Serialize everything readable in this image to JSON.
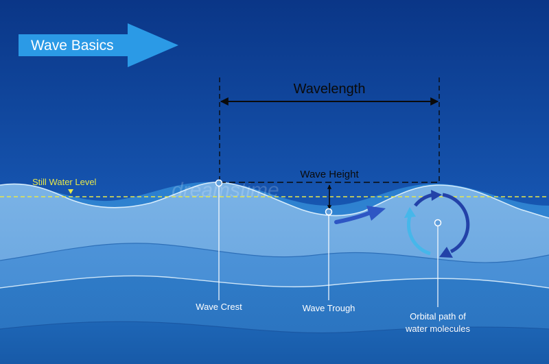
{
  "title": "Wave Basics",
  "labels": {
    "wavelength": "Wavelength",
    "wave_height": "Wave Height",
    "still_water_level": "Still Water Level",
    "wave_crest": "Wave Crest",
    "wave_trough": "Wave Trough",
    "orbital_line1": "Orbital path of",
    "orbital_line2": "water molecules"
  },
  "colors": {
    "sky_top": "#0a3687",
    "sky_bottom": "#1f6fc6",
    "wave_front": "#6aa6df",
    "deep_water": "#2c7cc6",
    "still_water_line": "#e8e84a",
    "title_arrow": "#2b9ae6",
    "orbit_dark": "#2342a8",
    "orbit_light": "#46b7ea"
  },
  "icons": {
    "title": "right-arrow-banner",
    "wavelength": "double-headed-arrow",
    "wave_height": "vertical-double-arrow",
    "motion": "curved-arrow",
    "orbit": "circular-arrows"
  }
}
